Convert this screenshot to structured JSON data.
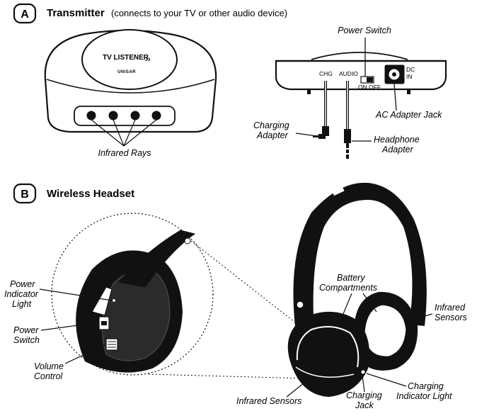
{
  "sectionA": {
    "badge": "A",
    "title": "Transmitter",
    "subtitle": "(connects to your TV or other audio device)",
    "brand": "TV LISTENER",
    "brand_suffix": "J3",
    "maker": "UNISAR",
    "labels": {
      "infrared_rays": "Infrared Rays",
      "power_switch": "Power Switch",
      "chg": "CHG",
      "audio": "AUDIO",
      "on_off": "ON OFF",
      "dc": "DC",
      "in": "IN",
      "ac_adapter_jack": "AC Adapter Jack",
      "charging_adapter_1": "Charging",
      "charging_adapter_2": "Adapter",
      "headphone_adapter_1": "Headphone",
      "headphone_adapter_2": "Adapter"
    }
  },
  "sectionB": {
    "badge": "B",
    "title": "Wireless Headset",
    "labels": {
      "power_indicator_1": "Power",
      "power_indicator_2": "Indicator",
      "power_indicator_3": "Light",
      "power_switch_1": "Power",
      "power_switch_2": "Switch",
      "volume_control_1": "Volume",
      "volume_control_2": "Control",
      "battery_1": "Battery",
      "battery_2": "Compartments",
      "infrared_sensors_right_1": "Infrared",
      "infrared_sensors_right_2": "Sensors",
      "infrared_sensors_bottom": "Infrared Sensors",
      "charging_jack_1": "Charging",
      "charging_jack_2": "Jack",
      "charging_indicator_1": "Charging",
      "charging_indicator_2": "Indicator Light"
    }
  }
}
